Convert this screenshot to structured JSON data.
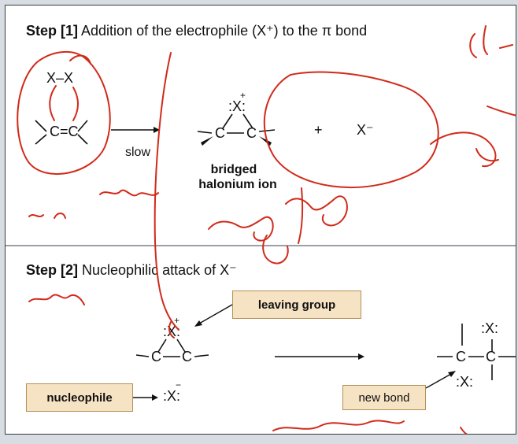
{
  "step1": {
    "title_prefix": "Step [1]",
    "title_text": "Addition of the electrophile (X⁺) to the π bond",
    "reactant_halogen": "X–X",
    "alkene": "C=C",
    "arrow_label": "slow",
    "product_label_line1": "bridged",
    "product_label_line2": "halonium ion",
    "plus_sign": "+",
    "halide": "X⁻"
  },
  "step2": {
    "title_prefix": "Step [2]",
    "title_text": "Nucleophilic attack of X⁻",
    "leaving_group_label": "leaving group",
    "nucleophile_label": "nucleophile",
    "new_bond_label": "new bond"
  },
  "colors": {
    "ink": "#d12a1a",
    "callout_fill": "#f6e3c4",
    "callout_border": "#b4905a"
  }
}
